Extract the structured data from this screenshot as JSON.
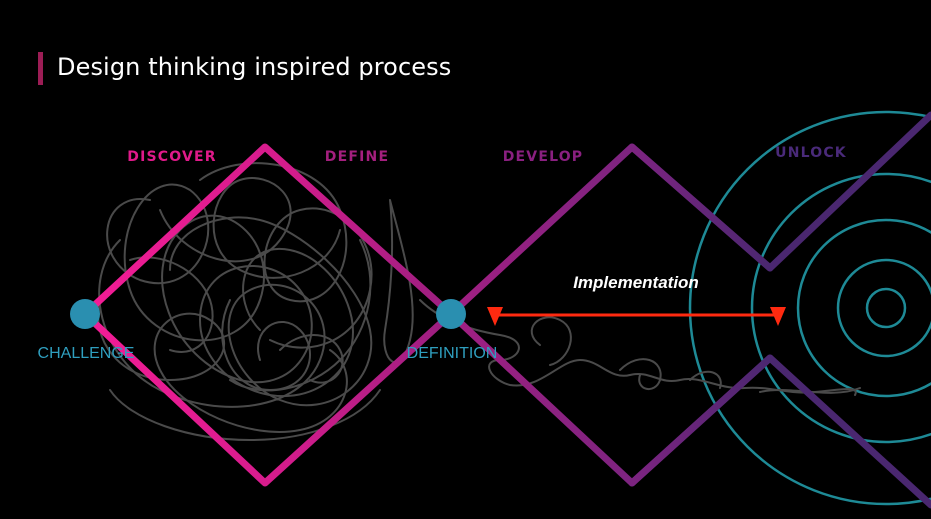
{
  "slide": {
    "title": "Design thinking inspired process"
  },
  "stages": [
    {
      "label": "DISCOVER",
      "color": "#e01a8a"
    },
    {
      "label": "DEFINE",
      "color": "#a41f7e"
    },
    {
      "label": "DEVELOP",
      "color": "#8a2080"
    },
    {
      "label": "UNLOCK",
      "color": "#4a2a7a"
    }
  ],
  "nodes": {
    "challenge": "CHALLENGE",
    "definition": "DEFINITION"
  },
  "implementation": {
    "label": "Implementation",
    "arrow_color": "#ff2a10"
  },
  "colors": {
    "accent_bar": "#9c1d55",
    "node_fill": "#2a8fb0",
    "scribble": "#4a4a4a",
    "target_rings": "#1e8a96",
    "diamond_pink": "#e91e8c",
    "diamond_purple": "#8a2080",
    "chevron_violet": "#4a2770"
  }
}
